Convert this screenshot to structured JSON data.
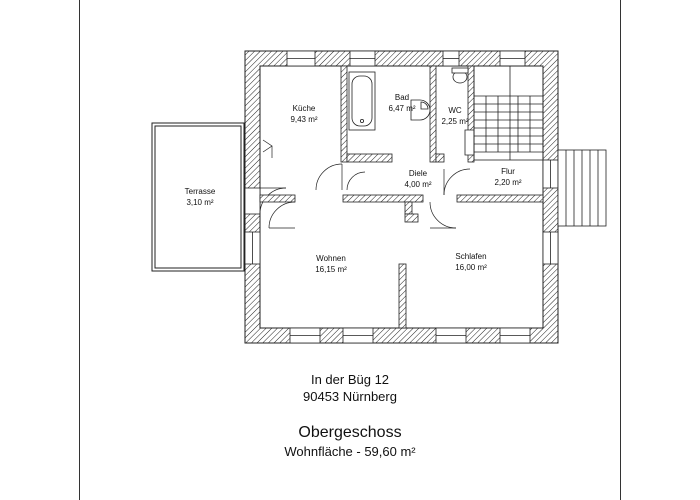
{
  "rooms": [
    {
      "id": "kueche",
      "name": "Küche",
      "area": "9,43 m²"
    },
    {
      "id": "bad",
      "name": "Bad",
      "area": "6,47 m²"
    },
    {
      "id": "wc",
      "name": "WC",
      "area": "2,25 m²"
    },
    {
      "id": "diele",
      "name": "Diele",
      "area": "4,00 m²"
    },
    {
      "id": "flur",
      "name": "Flur",
      "area": "2,20 m²"
    },
    {
      "id": "terrasse",
      "name": "Terrasse",
      "area": "3,10 m²"
    },
    {
      "id": "wohnen",
      "name": "Wohnen",
      "area": "16,15 m²"
    },
    {
      "id": "schlafen",
      "name": "Schlafen",
      "area": "16,00 m²"
    }
  ],
  "address": {
    "street": "In der Büg 12",
    "city": "90453 Nürnberg"
  },
  "floor": {
    "title": "Obergeschoss",
    "living_area": "Wohnfläche - 59,60 m²"
  }
}
